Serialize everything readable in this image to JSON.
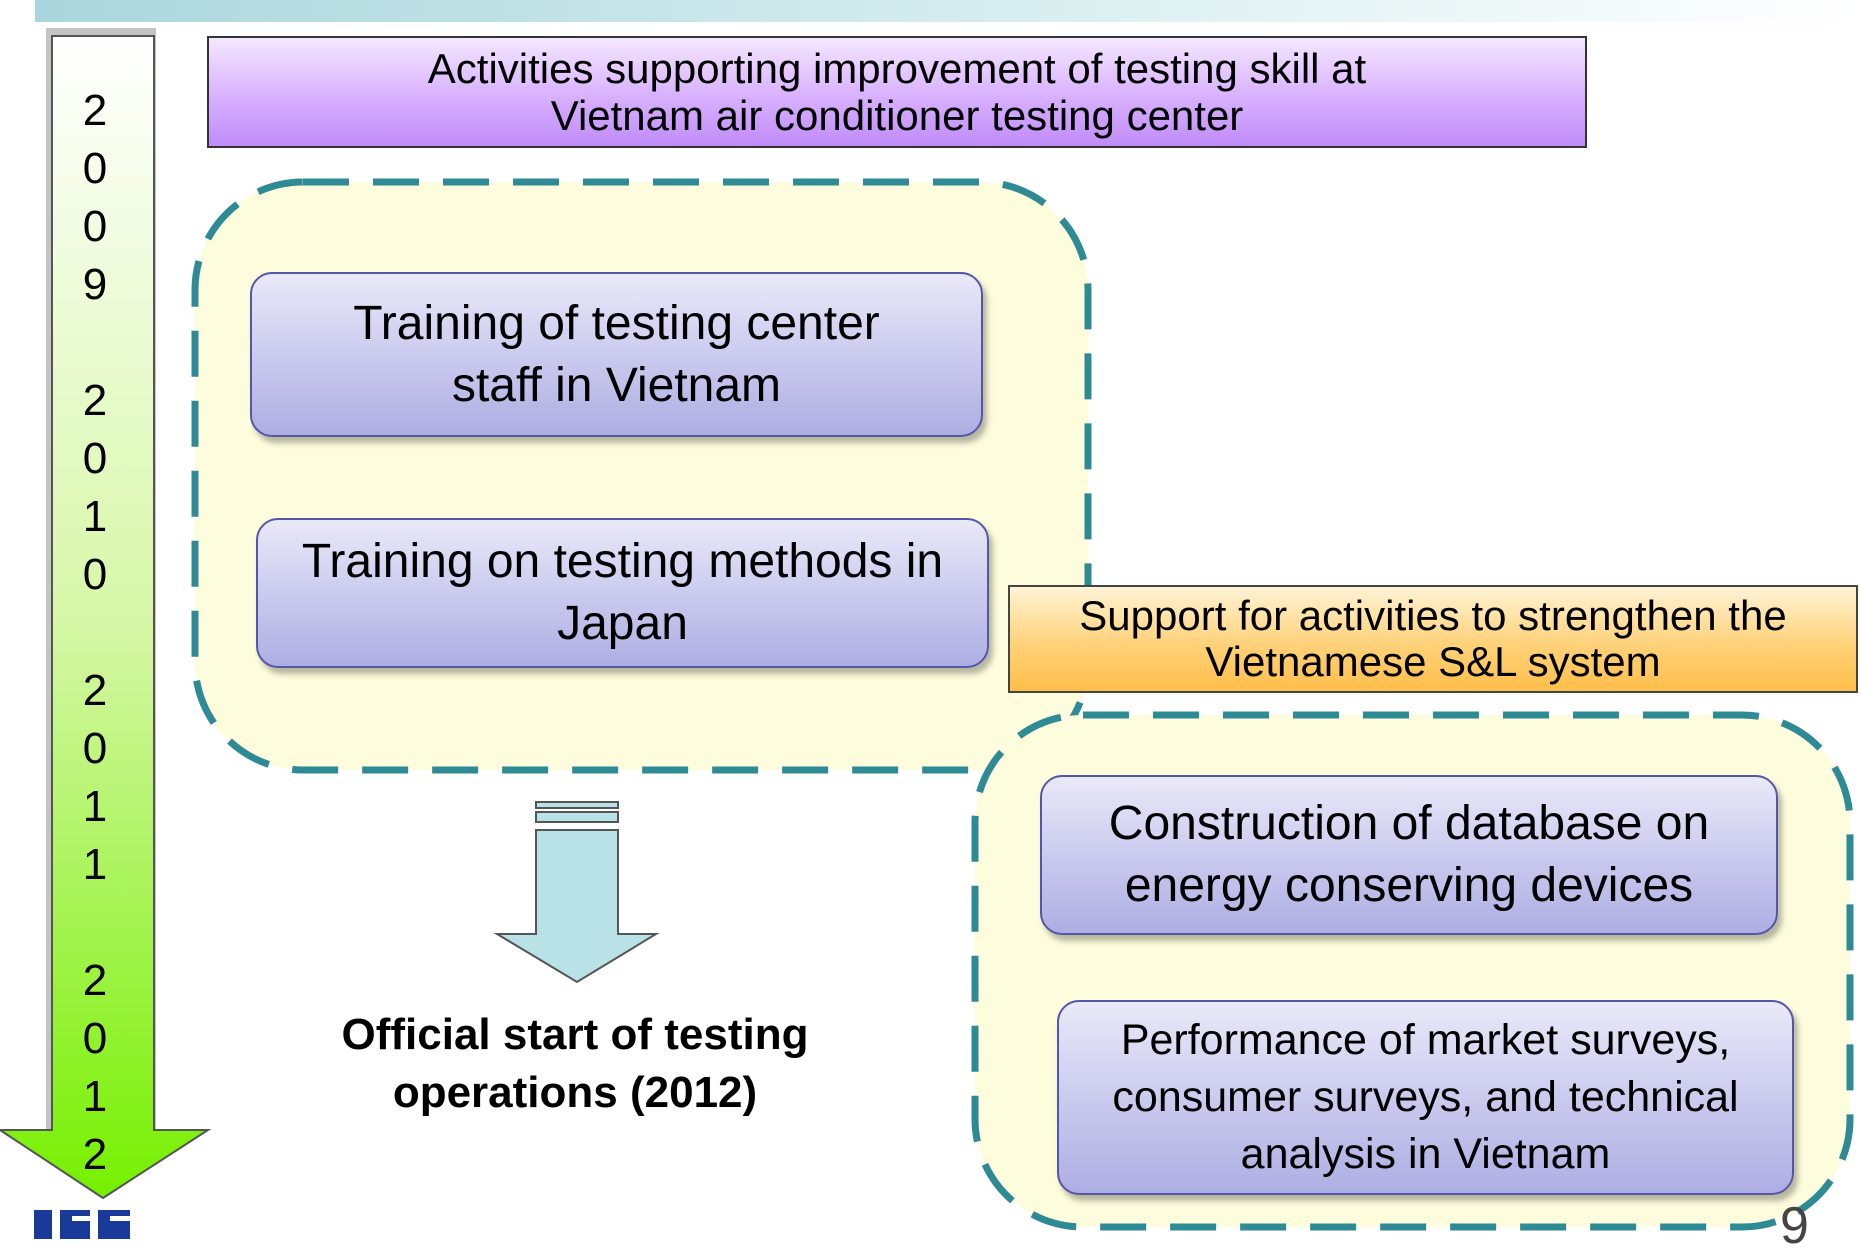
{
  "timeline": {
    "text": "2\n0\n0\n9\n\n2\n0\n1\n0\n\n2\n0\n1\n1\n\n2\n0\n1\n2"
  },
  "testing_center": {
    "header": "Activities supporting improvement of testing skill at Vietnam air conditioner testing center",
    "boxes": [
      "Training of testing center staff in Vietnam",
      "Training on testing methods in Japan"
    ]
  },
  "result": {
    "caption": "Official start of testing operations (2012)"
  },
  "sl_system": {
    "header": "Support for activities to strengthen the Vietnamese S&L system",
    "boxes": [
      "Construction of database on energy conserving devices",
      "Performance of market surveys, consumer surveys, and technical analysis in Vietnam"
    ]
  },
  "footer": {
    "logo_text": "IEE",
    "page_number": "9"
  },
  "colors": {
    "header_purple": "#cc99ff",
    "header_orange": "#ffcc66",
    "dashed_border": "#2e8a94",
    "region_fill": "#fdfcdc",
    "box_border": "#5257a6",
    "arrow_fill": "#b8e2e6",
    "timeline_green": "#7fff00"
  }
}
